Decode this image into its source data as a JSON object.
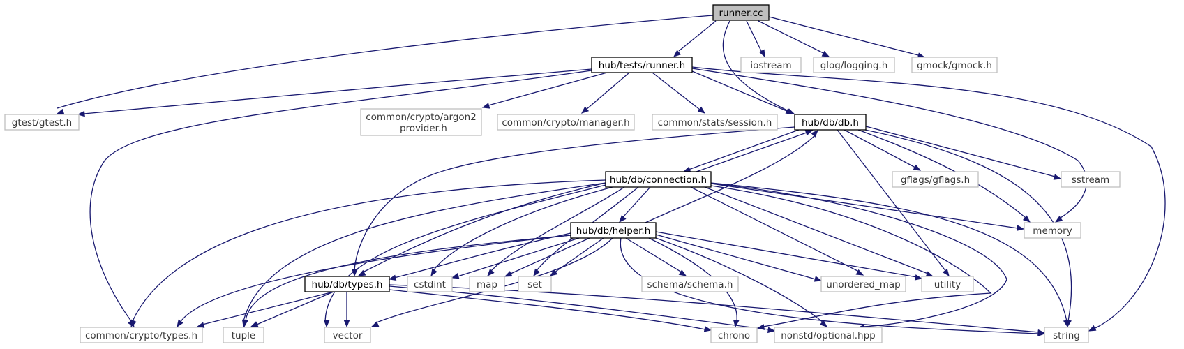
{
  "graph": {
    "nodes": {
      "runner_cc": "runner.cc",
      "tests_runner": "hub/tests/runner.h",
      "iostream": "iostream",
      "glog": "glog/logging.h",
      "gmock": "gmock/gmock.h",
      "gtest": "gtest/gtest.h",
      "argon2": [
        "common/crypto/argon2",
        "_provider.h"
      ],
      "crypto_manager": "common/crypto/manager.h",
      "stats_session": "common/stats/session.h",
      "db": "hub/db/db.h",
      "connection": "hub/db/connection.h",
      "gflags": "gflags/gflags.h",
      "sstream": "sstream",
      "memory": "memory",
      "helper": "hub/db/helper.h",
      "types": "hub/db/types.h",
      "cstdint": "cstdint",
      "map": "map",
      "set": "set",
      "schema": "schema/schema.h",
      "unordered_map": "unordered_map",
      "utility": "utility",
      "crypto_types": "common/crypto/types.h",
      "tuple": "tuple",
      "vector": "vector",
      "chrono": "chrono",
      "optional": "nonstd/optional.hpp",
      "string": "string"
    }
  }
}
